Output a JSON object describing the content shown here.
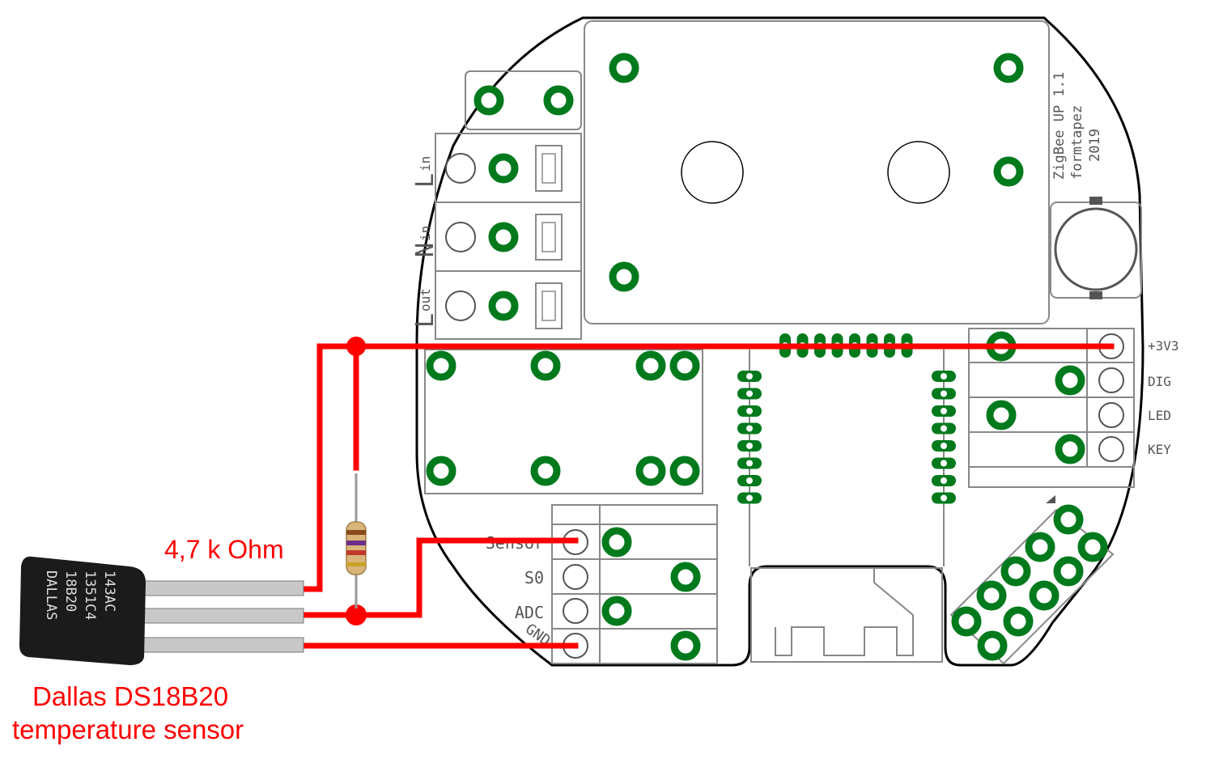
{
  "board": {
    "silkscreen": [
      "ZigBee UP 1.1",
      "formtapez",
      "2019"
    ]
  },
  "terminals": [
    {
      "letter": "L",
      "sub": "in"
    },
    {
      "letter": "N",
      "sub": "in"
    },
    {
      "letter": "L",
      "sub": "out"
    }
  ],
  "header_right": [
    "+3V3",
    "DIG",
    "LED",
    "KEY"
  ],
  "header_left": [
    "Sensor",
    "S0",
    "ADC",
    "GND"
  ],
  "resistor_label": "4,7 k Ohm",
  "sensor": {
    "title_line1": "Dallas DS18B20",
    "title_line2": "temperature sensor",
    "marking": [
      "DALLAS",
      "18B20",
      "1351C4",
      "143AC"
    ]
  },
  "colors": {
    "wire": "#ff0000",
    "pad": "#007a1c",
    "outline": "#000000",
    "silk": "#888888"
  }
}
